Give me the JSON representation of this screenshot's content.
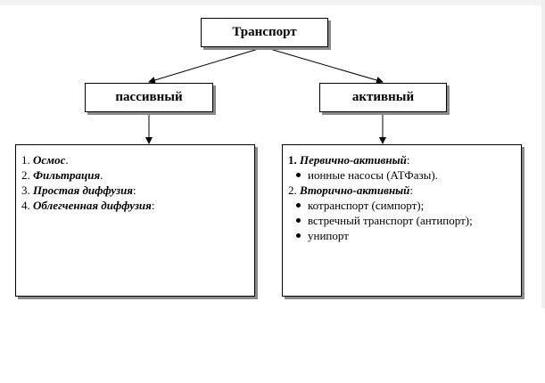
{
  "root": {
    "label": "Транспорт"
  },
  "passive": {
    "label": "пассивный",
    "items": [
      {
        "num": "1.",
        "term": "Осмос",
        "suffix": "."
      },
      {
        "num": "2.",
        "term": "Фильтрация",
        "suffix": "."
      },
      {
        "num": "3.",
        "term": "Простая диффузия",
        "suffix": ":"
      },
      {
        "num": "4.",
        "term": "Облегченная диффузия",
        "suffix": ":"
      }
    ]
  },
  "active": {
    "label": "активный",
    "groups": [
      {
        "num": "1.",
        "term": "Первично-активный",
        "suffix": ":",
        "subitems": [
          "ионные насосы (АТФазы)."
        ]
      },
      {
        "num": "2.",
        "term": "Вторично-активный",
        "suffix": ":",
        "subitems": [
          "котранспорт (симпорт);",
          "встречный транспорт (антипорт);",
          "унипорт"
        ]
      }
    ]
  }
}
